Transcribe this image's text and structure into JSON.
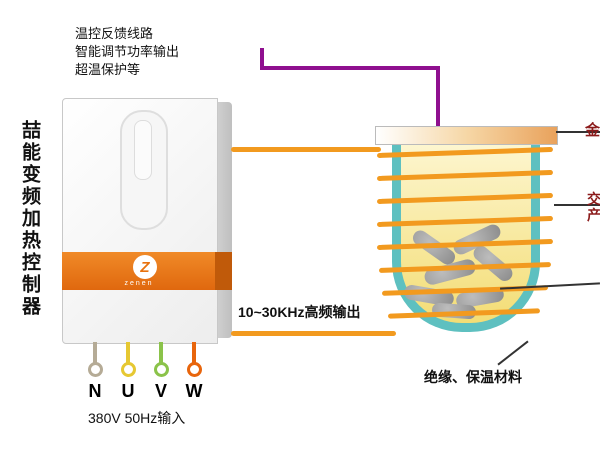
{
  "left_title": "喆能变频加热控制器",
  "annotation": {
    "lines": [
      "温控反馈线路",
      "智能调节功率输出",
      "超温保护等"
    ]
  },
  "controller": {
    "brand": "zenen",
    "logo_glyph": "Z"
  },
  "output_label": "10~30KHz高频输出",
  "power_input": {
    "label": "380V 50Hz输入",
    "terminals": [
      {
        "letter": "N",
        "color": "#b5ab96"
      },
      {
        "letter": "U",
        "color": "#e6c832"
      },
      {
        "letter": "V",
        "color": "#8bc34a"
      },
      {
        "letter": "W",
        "color": "#e8650c"
      }
    ]
  },
  "right_labels": {
    "metal": "金",
    "field_line1": "交",
    "field_line2": "产",
    "insulation": "绝缘、保温材料"
  },
  "colors": {
    "feedback_line": "#8f0f8f",
    "coil": "#f29a1f",
    "vessel_wall": "#5ec0c0",
    "vessel_interior": "#f6e68a",
    "controller_band": "#e8760e",
    "label_red": "#8b1a1a"
  }
}
